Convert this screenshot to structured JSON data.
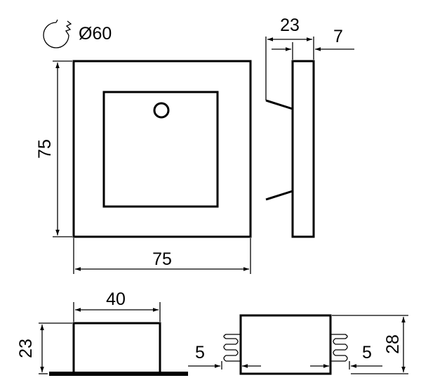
{
  "drill_hole": {
    "icon": "hole-saw-icon",
    "label": "Ø60"
  },
  "front_view": {
    "height": "75",
    "width": "75"
  },
  "side_view": {
    "depth": "23",
    "frame": "7"
  },
  "bottom_view": {
    "width": "40",
    "height": "23"
  },
  "connector_view": {
    "left_gap": "5",
    "right_gap": "5",
    "height": "28"
  }
}
